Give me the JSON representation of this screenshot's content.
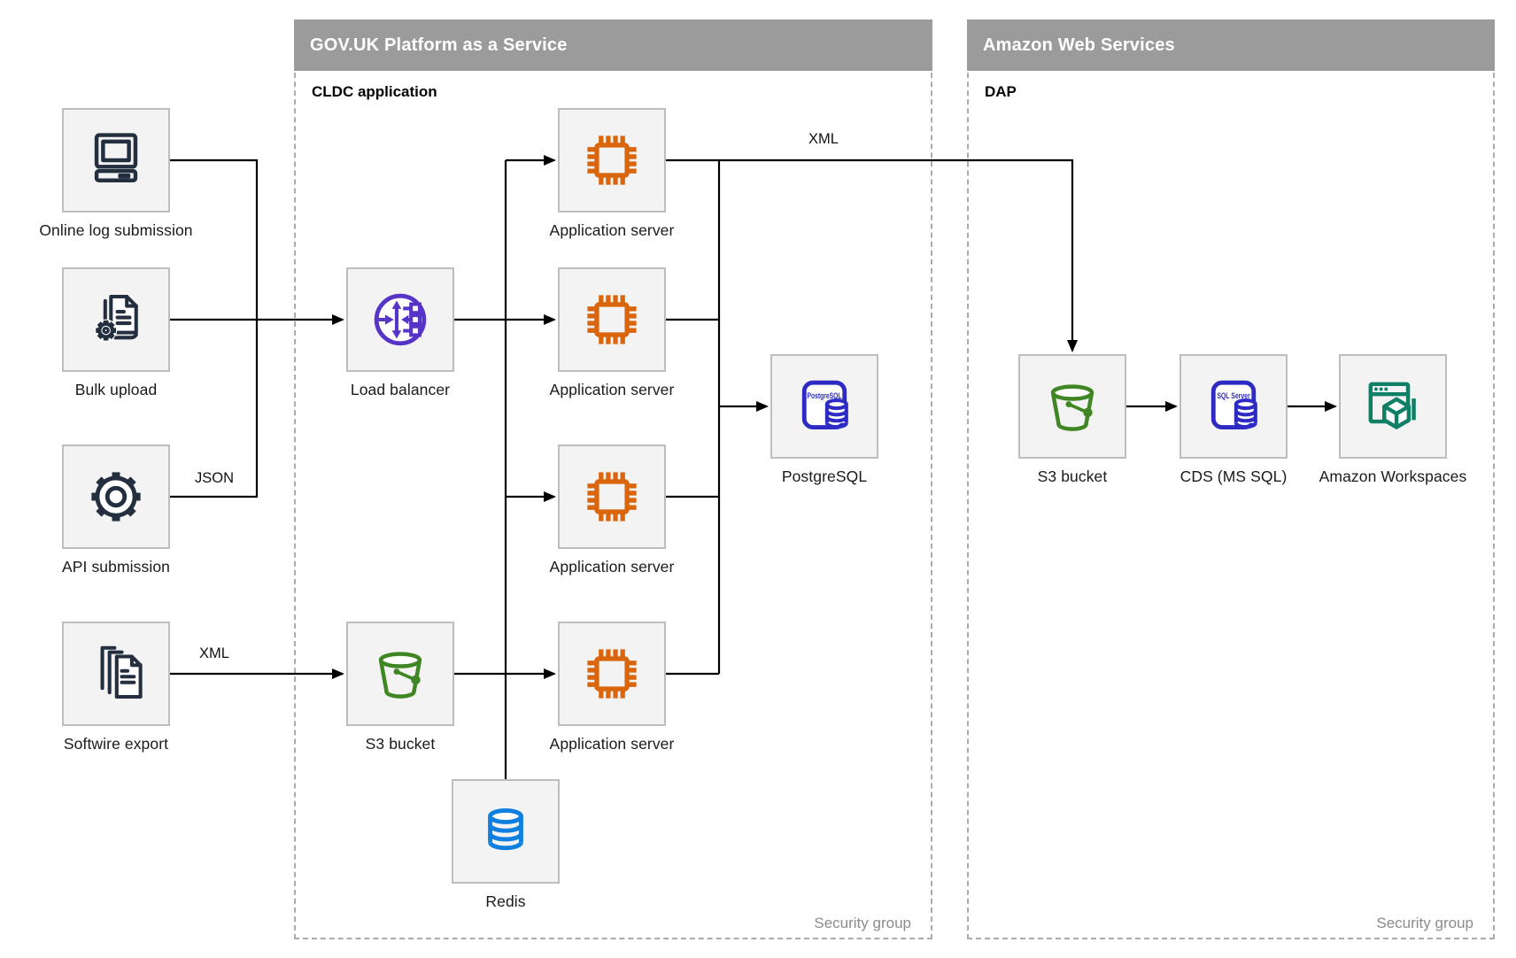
{
  "diagram": {
    "containers": [
      {
        "id": "paas",
        "title": "GOV.UK Platform as a Service",
        "sublabel": "CLDC application",
        "footer": "Security group"
      },
      {
        "id": "aws",
        "title": "Amazon Web Services",
        "sublabel": "DAP",
        "footer": "Security group"
      }
    ],
    "nodes": [
      {
        "id": "online-log-submission",
        "label": "Online log submission",
        "icon": "desktop-computer-icon"
      },
      {
        "id": "bulk-upload",
        "label": "Bulk upload",
        "icon": "document-gear-icon"
      },
      {
        "id": "api-submission",
        "label": "API submission",
        "icon": "gear-icon"
      },
      {
        "id": "softwire-export",
        "label": "Softwire export",
        "icon": "documents-stack-icon"
      },
      {
        "id": "load-balancer",
        "label": "Load balancer",
        "icon": "load-balancer-icon"
      },
      {
        "id": "s3-bucket-paas",
        "label": "S3 bucket",
        "icon": "s3-bucket-icon"
      },
      {
        "id": "redis",
        "label": "Redis",
        "icon": "database-cylinder-icon"
      },
      {
        "id": "app-server-1",
        "label": "Application server",
        "icon": "chip-icon"
      },
      {
        "id": "app-server-2",
        "label": "Application server",
        "icon": "chip-icon"
      },
      {
        "id": "app-server-3",
        "label": "Application server",
        "icon": "chip-icon"
      },
      {
        "id": "app-server-4",
        "label": "Application server",
        "icon": "chip-icon"
      },
      {
        "id": "postgresql",
        "label": "PostgreSQL",
        "icon": "postgresql-database-icon",
        "badge": "PostgreSQL"
      },
      {
        "id": "s3-bucket-aws",
        "label": "S3 bucket",
        "icon": "s3-bucket-icon"
      },
      {
        "id": "cds-ms-sql",
        "label": "CDS (MS SQL)",
        "icon": "sql-server-database-icon",
        "badge": "SQL Server"
      },
      {
        "id": "amazon-workspaces",
        "label": "Amazon Workspaces",
        "icon": "browser-cube-icon"
      }
    ],
    "edge_labels": [
      {
        "id": "json-api-submission",
        "text": "JSON"
      },
      {
        "id": "xml-softwire-export",
        "text": "XML"
      },
      {
        "id": "xml-to-aws",
        "text": "XML"
      }
    ],
    "colors": {
      "header_bg": "#9B9B9B",
      "header_text": "#FFFFFF",
      "node_fill": "#F3F3F3",
      "node_border": "#BDBDBD",
      "container_border": "#ABABAB",
      "connector": "#000000",
      "label_text": "#1A1A1A",
      "security_text": "#8C8C8C",
      "source_icon_navy": "#232F3E",
      "load_balancer_purple": "#5634C8",
      "app_server_orange": "#D9660D",
      "s3_green": "#3F8624",
      "sql_indigo": "#2D2BC4",
      "redis_blue": "#1080E0",
      "workspaces_teal": "#0F8066"
    }
  }
}
